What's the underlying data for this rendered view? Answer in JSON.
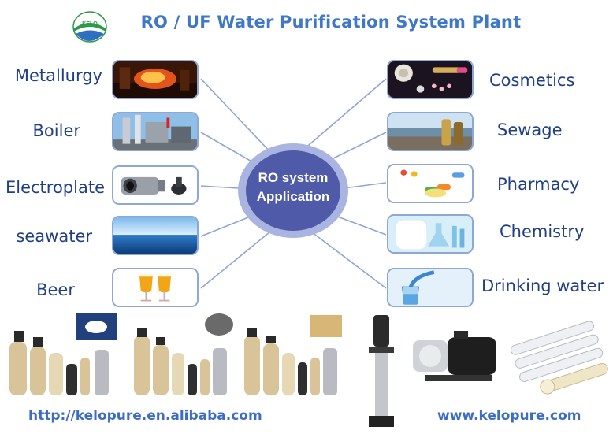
{
  "header": {
    "title": "RO / UF Water Purification System Plant",
    "logo_text": "KELO"
  },
  "hub": {
    "line1": "RO system",
    "line2": "Application"
  },
  "left_items": [
    {
      "label": "Metallurgy"
    },
    {
      "label": "Boiler"
    },
    {
      "label": "Electroplate"
    },
    {
      "label": "seawater"
    },
    {
      "label": "Beer"
    }
  ],
  "right_items": [
    {
      "label": "Cosmetics"
    },
    {
      "label": "Sewage"
    },
    {
      "label": "Pharmacy"
    },
    {
      "label": "Chemistry"
    },
    {
      "label": "Drinking water"
    }
  ],
  "footer": {
    "url_left": "http://kelopure.en.alibaba.com",
    "url_right": "www.kelopure.com"
  },
  "colors": {
    "hub_outer": "#aab4e0",
    "hub_inner": "#4f5ba8",
    "connector": "#8ea6d2",
    "label": "#1f3f87",
    "title": "#3f78c8"
  }
}
